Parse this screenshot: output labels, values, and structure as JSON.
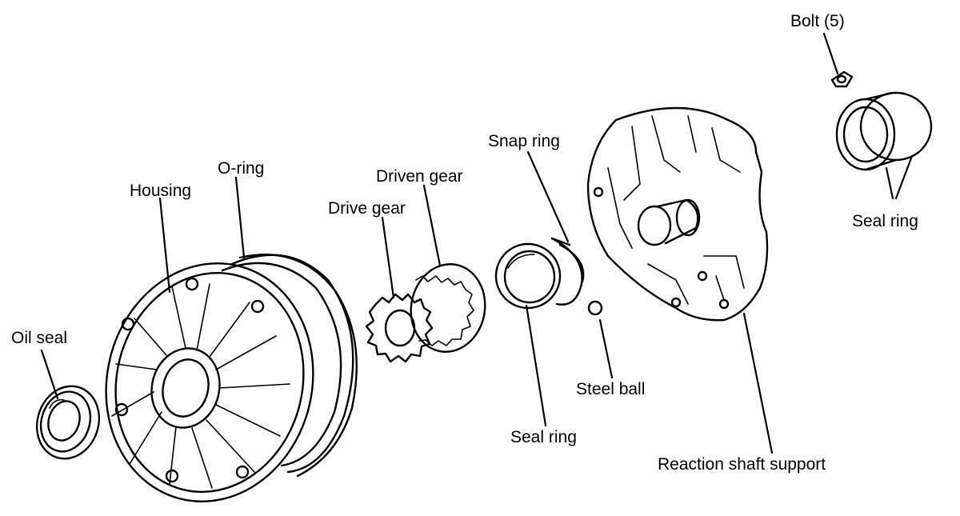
{
  "labels": {
    "bolt": "Bolt (5)",
    "seal_ring_top": "Seal ring",
    "snap_ring": "Snap ring",
    "driven_gear": "Driven gear",
    "drive_gear": "Drive gear",
    "o_ring": "O-ring",
    "housing": "Housing",
    "oil_seal": "Oil seal",
    "steel_ball": "Steel ball",
    "seal_ring_bottom": "Seal ring",
    "reaction_shaft_support": "Reaction shaft support"
  }
}
